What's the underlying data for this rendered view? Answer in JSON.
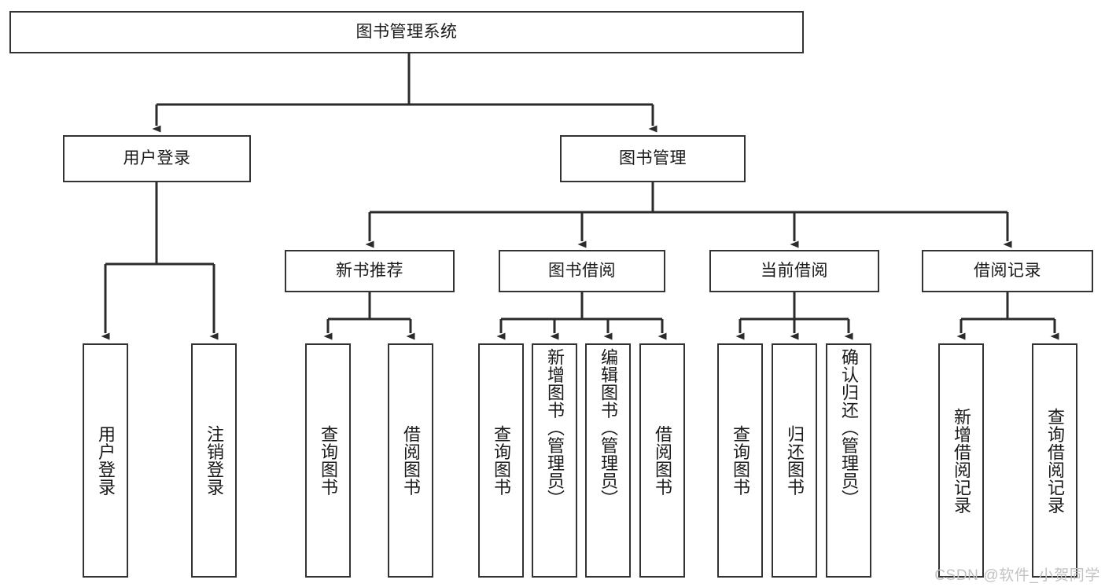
{
  "diagram": {
    "type": "tree-hierarchy",
    "title": "图书管理系统",
    "style": {
      "box_border_color": "#333333",
      "box_fill_color": "#ffffff",
      "connector_color": "#2b2b2b",
      "text_color": "#1a1a1a",
      "background": "#ffffff"
    },
    "nodes": {
      "root": {
        "label": "图书管理系统",
        "level": 1
      },
      "user_login": {
        "label": "用户登录",
        "level": 2
      },
      "book_manage": {
        "label": "图书管理",
        "level": 2
      },
      "new_book_rec": {
        "label": "新书推荐",
        "level": 3
      },
      "book_borrow": {
        "label": "图书借阅",
        "level": 3
      },
      "current_borrow": {
        "label": "当前借阅",
        "level": 3
      },
      "borrow_record": {
        "label": "借阅记录",
        "level": 3
      },
      "leaf_user_login": {
        "label": "用户登录",
        "level": 4
      },
      "leaf_logout": {
        "label": "注销登录",
        "level": 4
      },
      "leaf_query_book_1": {
        "label": "查询图书",
        "level": 4
      },
      "leaf_borrow_book_1": {
        "label": "借阅图书",
        "level": 4
      },
      "leaf_query_book_2": {
        "label": "查询图书",
        "level": 4
      },
      "leaf_add_book": {
        "label": "新增图书（管理员）",
        "level": 4
      },
      "leaf_edit_book": {
        "label": "编辑图书（管理员）",
        "level": 4
      },
      "leaf_borrow_book_2": {
        "label": "借阅图书",
        "level": 4
      },
      "leaf_query_book_3": {
        "label": "查询图书",
        "level": 4
      },
      "leaf_return_book": {
        "label": "归还图书",
        "level": 4
      },
      "leaf_confirm_return": {
        "label": "确认归还（管理员）",
        "level": 4
      },
      "leaf_add_record": {
        "label": "新增借阅记录",
        "level": 4
      },
      "leaf_query_record": {
        "label": "查询借阅记录",
        "level": 4
      }
    },
    "edges": [
      {
        "from": "root",
        "to": "user_login"
      },
      {
        "from": "root",
        "to": "book_manage"
      },
      {
        "from": "user_login",
        "to": "leaf_user_login"
      },
      {
        "from": "user_login",
        "to": "leaf_logout"
      },
      {
        "from": "book_manage",
        "to": "new_book_rec"
      },
      {
        "from": "book_manage",
        "to": "book_borrow"
      },
      {
        "from": "book_manage",
        "to": "current_borrow"
      },
      {
        "from": "book_manage",
        "to": "borrow_record"
      },
      {
        "from": "new_book_rec",
        "to": "leaf_query_book_1"
      },
      {
        "from": "new_book_rec",
        "to": "leaf_borrow_book_1"
      },
      {
        "from": "book_borrow",
        "to": "leaf_query_book_2"
      },
      {
        "from": "book_borrow",
        "to": "leaf_add_book"
      },
      {
        "from": "book_borrow",
        "to": "leaf_edit_book"
      },
      {
        "from": "book_borrow",
        "to": "leaf_borrow_book_2"
      },
      {
        "from": "current_borrow",
        "to": "leaf_query_book_3"
      },
      {
        "from": "current_borrow",
        "to": "leaf_return_book"
      },
      {
        "from": "current_borrow",
        "to": "leaf_confirm_return"
      },
      {
        "from": "borrow_record",
        "to": "leaf_add_record"
      },
      {
        "from": "borrow_record",
        "to": "leaf_query_record"
      }
    ]
  },
  "watermark": {
    "text": "CSDN @软件_小贺同学"
  }
}
